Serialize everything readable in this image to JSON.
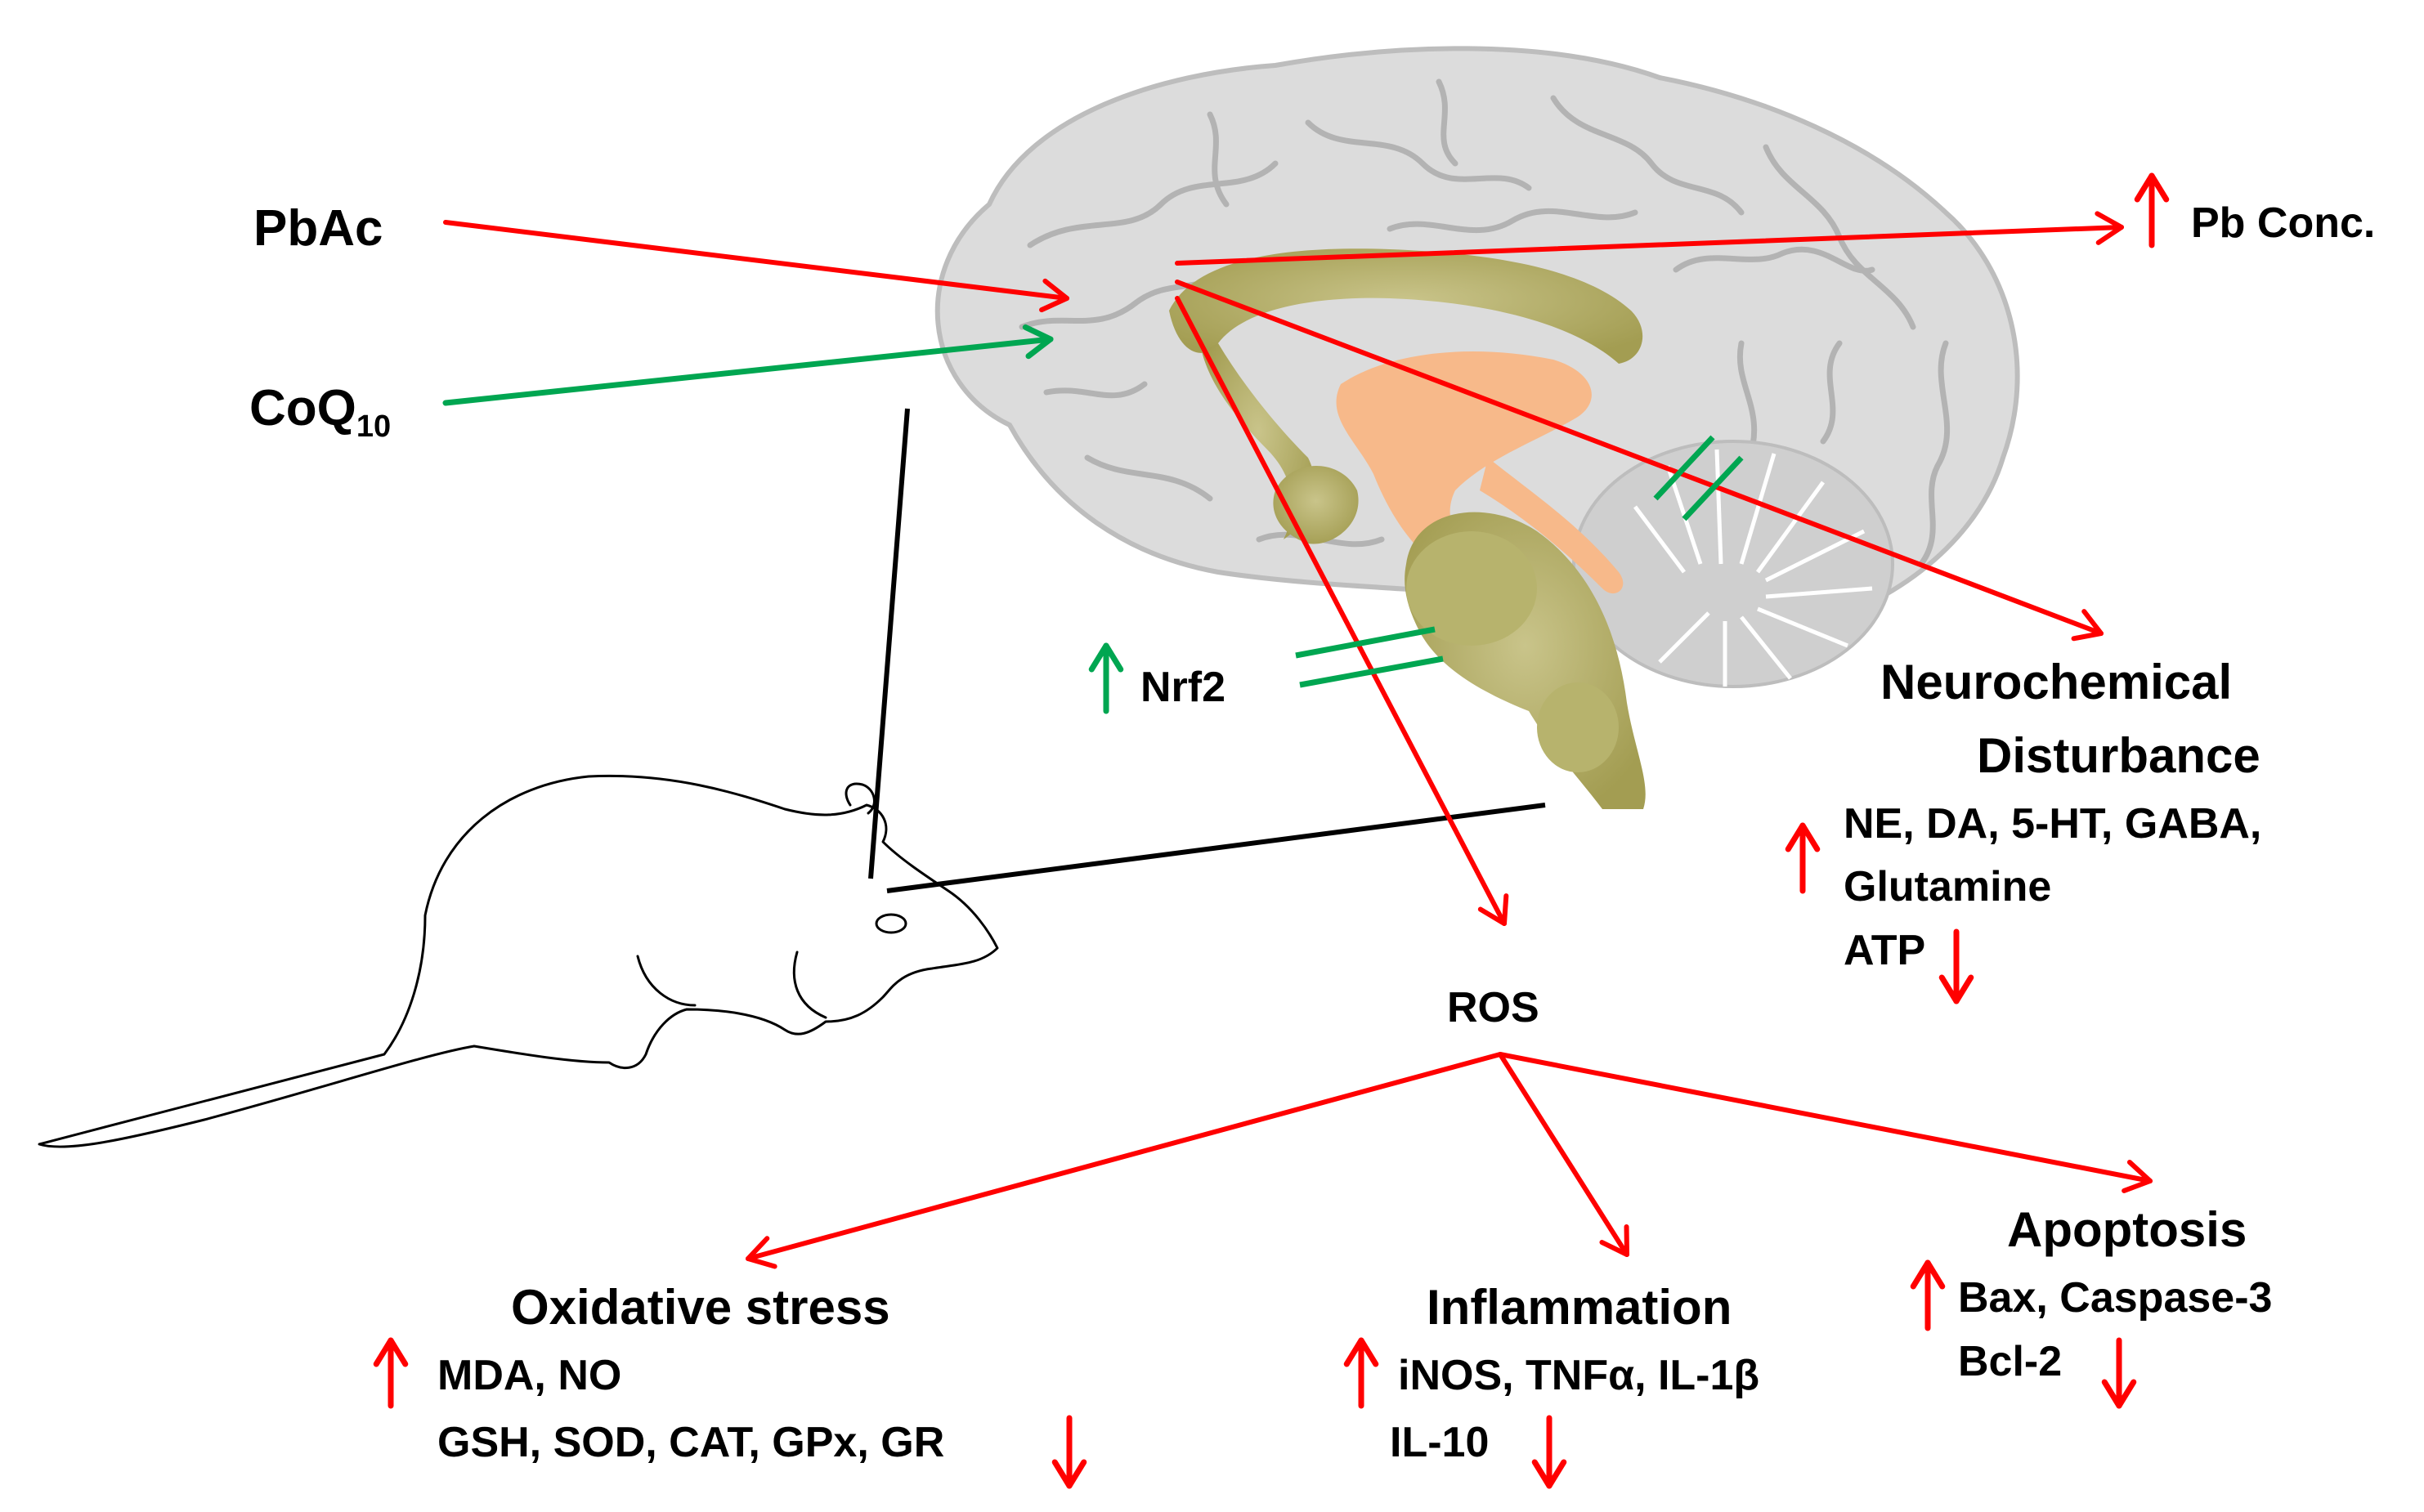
{
  "inputs": {
    "pbac": "PbAc",
    "coq_base": "CoQ",
    "coq_sub": "10"
  },
  "effects": {
    "pb_conc": "Pb Conc.",
    "nrf2": "Nrf2",
    "ros": "ROS"
  },
  "neuro": {
    "title_line1": "Neurochemical",
    "title_line2": "Disturbance",
    "up_line1": "NE, DA, 5-HT, GABA,",
    "up_line2": "Glutamine",
    "down": "ATP"
  },
  "oxidative": {
    "title": "Oxidative stress",
    "up": "MDA, NO",
    "down": "GSH, SOD, CAT, GPx, GR"
  },
  "inflammation": {
    "title": "Inflammation",
    "up": "iNOS, TNFα, IL-1β",
    "down": "IL-10"
  },
  "apoptosis": {
    "title": "Apoptosis",
    "up": "Bax, Caspase-3",
    "down": "Bcl-2"
  },
  "colors": {
    "arrow_red": "#ff0000",
    "arrow_green": "#00a651",
    "brain_gray": "#d9d9d9",
    "brain_outline": "#b5b5b5",
    "brainstem_olive": "#a8a35a",
    "ventricle_orange": "#f9b98a"
  }
}
